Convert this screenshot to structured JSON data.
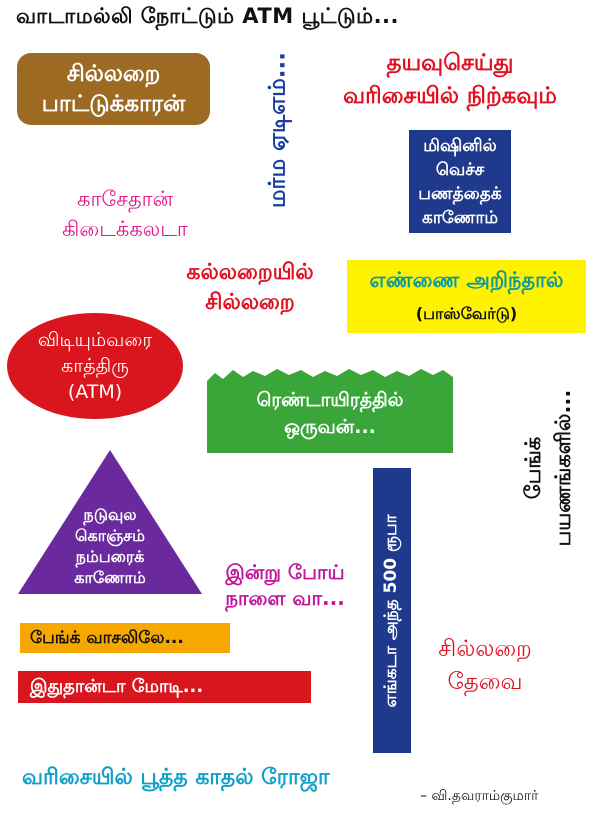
{
  "title": "வாடாமல்லி நோட்டும் ATM பூட்டும்...",
  "brown_box": {
    "line1": "சில்லறை",
    "line2": "பாட்டுக்காரன்",
    "color": "#9c6a22"
  },
  "vertical_blue": {
    "text": "மர்ம ஏடிஎம்..."
  },
  "red_right": {
    "line1": "தயவுசெய்து",
    "line2": "வரிசையில் நிற்கவும்"
  },
  "navy_box": {
    "line1": "மிஷினில்",
    "line2": "வெச்ச",
    "line3": "பணத்தைக்",
    "line4": "காணோம்",
    "color": "#1f3a8c"
  },
  "pink_text": {
    "line1": "காசேதான்",
    "line2": "கிடைக்கலடா"
  },
  "red_mid": {
    "line1": "கல்லறையில்",
    "line2": "சில்லறை"
  },
  "yellow_box": {
    "line1": "எண்ணை அறிந்தால்",
    "line2": "(பாஸ்வேர்டு)",
    "color": "#fff200"
  },
  "red_oval": {
    "line1": "விடியும்வரை",
    "line2": "காத்திரு",
    "line3": "(ATM)",
    "color": "#d9161e"
  },
  "vertical_black": {
    "line1": "பேங்க்",
    "line2": "பயணங்களில்..."
  },
  "green_shape": {
    "line1": "ரெண்டாயிரத்தில்",
    "line2": "ஒருவன்...",
    "color": "#3aa63a"
  },
  "triangle": {
    "line1": "நடுவுல",
    "line2": "கொஞ்சம்",
    "line3": "நம்பரைக்",
    "line4": "காணோம்",
    "color": "#6a2a9e"
  },
  "vertical_navy": {
    "text": "எங்கடா அந்த 500 ரூபா"
  },
  "magenta": {
    "line1": "இன்று போய்",
    "line2": "நாளை வா..."
  },
  "orange_bar": {
    "text": "பேங்க் வாசலிலே...",
    "color": "#f7a800"
  },
  "red_bar": {
    "text": "இதுதான்டா மோடி...",
    "color": "#d9161e"
  },
  "red_bottom": {
    "line1": "சில்லறை",
    "line2": "தேவை"
  },
  "blue_bottom": {
    "text": "வரிசையில் பூத்த காதல் ரோஜா"
  },
  "signature": {
    "text": "– வி.தவராம்குமார்"
  }
}
